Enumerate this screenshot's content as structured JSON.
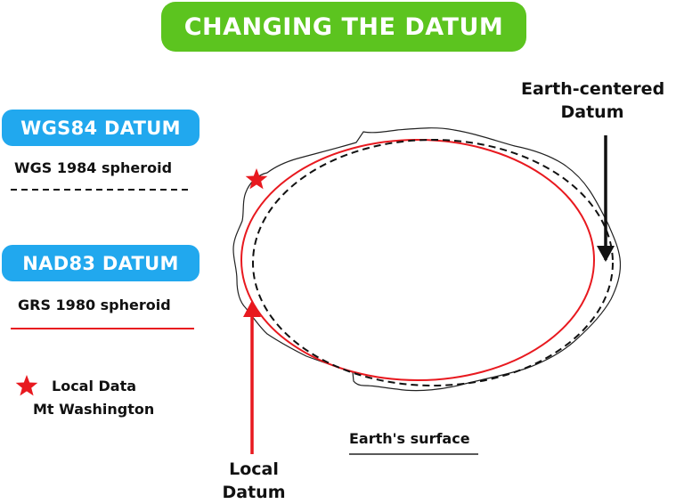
{
  "title": "CHANGING THE DATUM",
  "legend": {
    "wgs84": {
      "badge": "WGS84 DATUM",
      "spheroid": "WGS 1984 spheroid",
      "line_style": "dashed",
      "line_color": "#111111",
      "badge_color": "#21a8ee"
    },
    "nad83": {
      "badge": "NAD83 DATUM",
      "spheroid": "GRS 1980 spheroid",
      "line_style": "solid",
      "line_color": "#e8191f",
      "badge_color": "#21a8ee"
    },
    "local": {
      "icon": "star-icon",
      "line1": "Local Data",
      "line2": "Mt Washington",
      "color": "#e8191f"
    }
  },
  "callouts": {
    "earth_centered": {
      "line1": "Earth-centered",
      "line2": "Datum"
    },
    "local_datum": {
      "line1": "Local",
      "line2": "Datum"
    },
    "earth_surface": "Earth's surface"
  },
  "colors": {
    "title_bg": "#5cc41f",
    "badge_bg": "#21a8ee",
    "red": "#e8191f",
    "black": "#111111"
  }
}
